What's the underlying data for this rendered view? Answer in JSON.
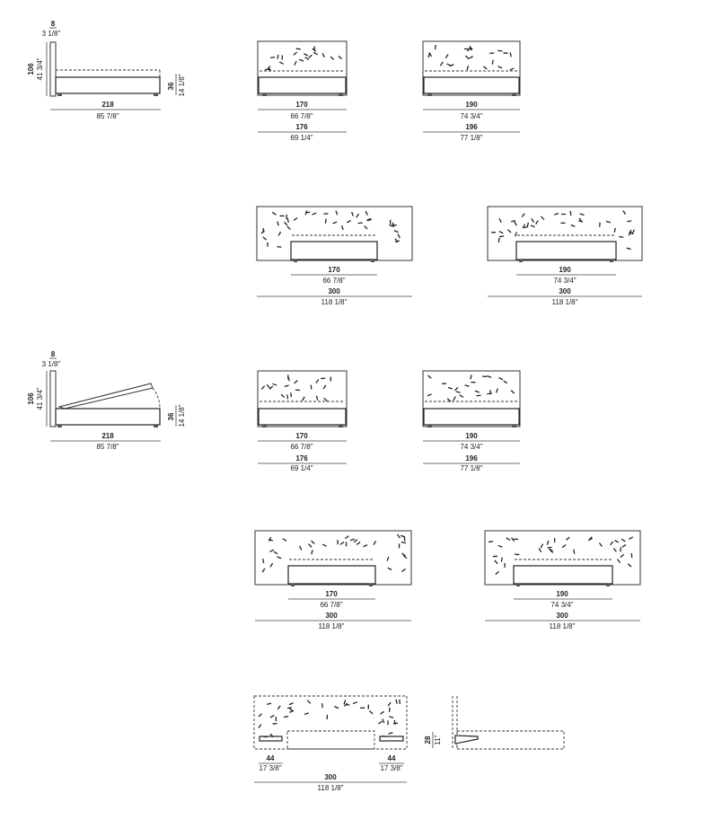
{
  "side_view": {
    "thickness_cm": "8",
    "thickness_in": "3 1/8\"",
    "height_cm": "106",
    "height_in": "41 3/4\"",
    "base_cm": "36",
    "base_in": "14 1/8\"",
    "length_cm": "218",
    "length_in": "85 7/8\""
  },
  "front_170": {
    "inner_cm": "170",
    "inner_in": "66 7/8\"",
    "outer_cm": "176",
    "outer_in": "69 1/4\""
  },
  "front_190": {
    "inner_cm": "190",
    "inner_in": "74 3/4\"",
    "outer_cm": "196",
    "outer_in": "77 1/8\""
  },
  "wide_170": {
    "inner_cm": "170",
    "inner_in": "66 7/8\"",
    "outer_cm": "300",
    "outer_in": "118 1/8\""
  },
  "wide_190": {
    "inner_cm": "190",
    "inner_in": "74 3/4\"",
    "outer_cm": "300",
    "outer_in": "118 1/8\""
  },
  "nightstand": {
    "side_cm": "44",
    "side_in": "17 3/8\"",
    "total_cm": "300",
    "total_in": "118 1/8\"",
    "shelf_cm": "28",
    "shelf_in": "11\""
  }
}
